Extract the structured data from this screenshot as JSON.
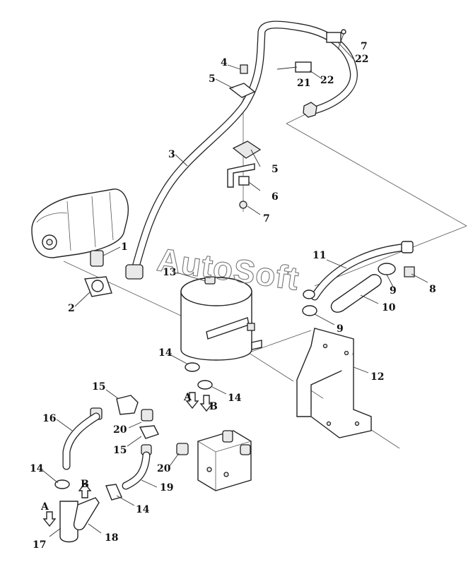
{
  "watermark": "AutoSoft",
  "callouts": {
    "n1": "1",
    "n2": "2",
    "n3": "3",
    "n4": "4",
    "n5a": "5",
    "n5b": "5",
    "n6": "6",
    "n7a": "7",
    "n7b": "7",
    "n8": "8",
    "n9a": "9",
    "n9b": "9",
    "n10": "10",
    "n11": "11",
    "n12": "12",
    "n13": "13",
    "n14a": "14",
    "n14b": "14",
    "n14c": "14",
    "n14d": "14",
    "n15a": "15",
    "n15b": "15",
    "n16": "16",
    "n17": "17",
    "n18": "18",
    "n19": "19",
    "n20a": "20",
    "n20b": "20",
    "n21": "21",
    "n22a": "22",
    "n22b": "22"
  },
  "flow_marks": {
    "a1": "A",
    "b1": "B",
    "a2": "A",
    "b2": "B"
  }
}
